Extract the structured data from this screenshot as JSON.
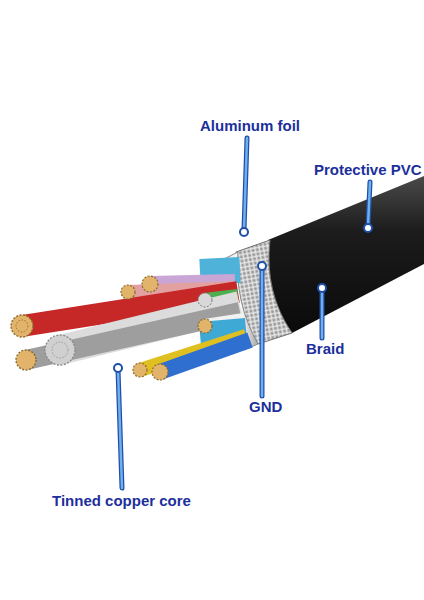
{
  "diagram": {
    "labels": [
      "Aluminum foil",
      "Protective PVC",
      "Braid",
      "GND",
      "Tinned copper core"
    ]
  }
}
